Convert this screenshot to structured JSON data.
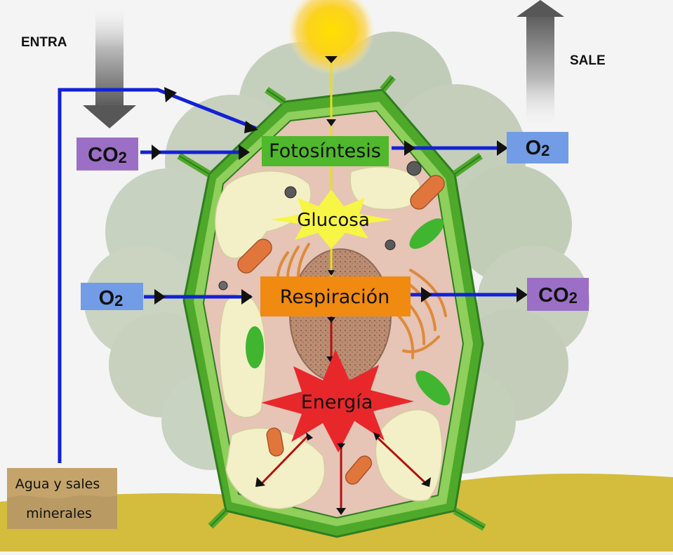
{
  "labels": {
    "entra": "ENTRA",
    "sale": "SALE",
    "co2_in": "CO",
    "co2_in_sub": "2",
    "o2_out": "O",
    "o2_out_sub": "2",
    "o2_in": "O",
    "o2_in_sub": "2",
    "co2_out": "CO",
    "co2_out_sub": "2",
    "fotosintesis": "Fotosíntesis",
    "glucosa": "Glucosa",
    "respiracion": "Respiración",
    "energia": "Energía",
    "agua_line1": "Agua y sales",
    "agua_line2": "minerales"
  },
  "colors": {
    "sky": "#f4f4f4",
    "tree": "#b9c6ad",
    "ground": "#d4bc3d",
    "cell_wall": "#58b52e",
    "cell_wall_dark": "#2f7d1f",
    "cytoplasm": "#e6c4b6",
    "vacuole": "#f3f0c7",
    "chloroplast": "#3fb530",
    "mitochondria": "#e0763c",
    "nucleus": "#b48a6e",
    "golgi": "#de8a3c",
    "sun": "#f6c61a",
    "blue_arrow": "#1221d6",
    "red_arrow": "#b31212",
    "yellow_arrow": "#e8dd22",
    "co2_box": "#9b6fc6",
    "o2_box": "#739ce6",
    "fotosintesis_box": "#4fb82c",
    "respiracion_box": "#f08a10",
    "glucosa_star": "#f7f545",
    "energia_star": "#e8272b",
    "agua_box": "#c4a46a"
  }
}
